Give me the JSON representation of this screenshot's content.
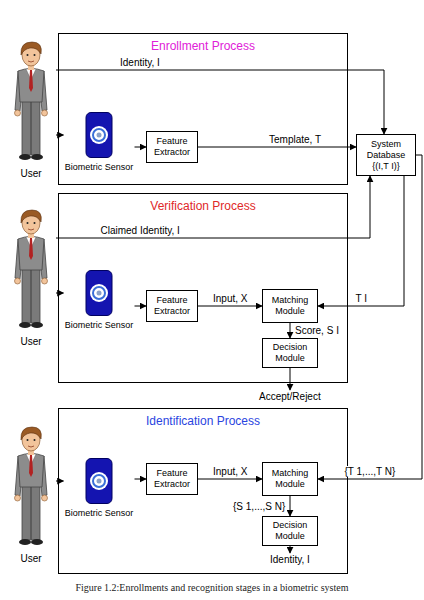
{
  "diagram": {
    "caption": "Figure 1.2:Enrollments and recognition stages in a biometric system",
    "nodes": [
      {
        "text": [
          "User"
        ]
      },
      {
        "text": [
          "Enrollment Process"
        ]
      },
      {
        "text": [
          "Biometric Sensor"
        ],
        "in": 1
      },
      {
        "text": [
          "Feature Extractor"
        ],
        "in": 1
      },
      {
        "text": [
          "System Database {(I,T I)}"
        ]
      },
      {
        "text": [
          "User"
        ]
      },
      {
        "text": [
          "Verification Process"
        ]
      },
      {
        "text": [
          "Biometric Sensor"
        ],
        "in": 6
      },
      {
        "text": [
          "Feature Extractor"
        ],
        "in": 6
      },
      {
        "text": [
          "Matching Module"
        ],
        "in": 6
      },
      {
        "text": [
          "Decision Module"
        ],
        "in": 6
      },
      {
        "text": [
          "User"
        ]
      },
      {
        "text": [
          "Identification Process"
        ]
      },
      {
        "text": [
          "Biometric Sensor"
        ],
        "in": 12
      },
      {
        "text": [
          "Feature Extractor"
        ],
        "in": 12
      },
      {
        "text": [
          "Matching Module"
        ],
        "in": 12
      },
      {
        "text": [
          "Decision Module"
        ],
        "in": 12
      }
    ],
    "edges": [
      {
        "from": 0,
        "to": 2,
        "arrow": "to"
      },
      {
        "from": 2,
        "to": 3,
        "arrow": "to"
      },
      {
        "from": 3,
        "to": 4,
        "label": "Template, T",
        "arrow": "to"
      },
      {
        "from": 0,
        "to": 4,
        "label": "Identity, I",
        "arrow": "to"
      },
      {
        "from": 5,
        "to": 7,
        "arrow": "to"
      },
      {
        "from": 7,
        "to": 8,
        "arrow": "to"
      },
      {
        "from": 8,
        "to": 9,
        "label": "Input, X",
        "arrow": "to"
      },
      {
        "from": 5,
        "to": 4,
        "label": "Claimed Identity, I",
        "arrow": "to"
      },
      {
        "from": 4,
        "to": 9,
        "label": "T I",
        "arrow": "to"
      },
      {
        "from": 9,
        "to": 10,
        "label": "Score, S I",
        "arrow": "to"
      },
      {
        "from": 11,
        "to": 13,
        "arrow": "to"
      },
      {
        "from": 13,
        "to": 14,
        "arrow": "to"
      },
      {
        "from": 14,
        "to": 15,
        "label": "Input, X",
        "arrow": "to"
      },
      {
        "from": 4,
        "to": 15,
        "label": "{T 1,...,T N}",
        "arrow": "to"
      },
      {
        "from": 15,
        "to": 16,
        "label": "{S 1,...,S N}",
        "arrow": "to"
      }
    ],
    "labels": [
      "Accept/Reject",
      "Identity, I"
    ]
  }
}
